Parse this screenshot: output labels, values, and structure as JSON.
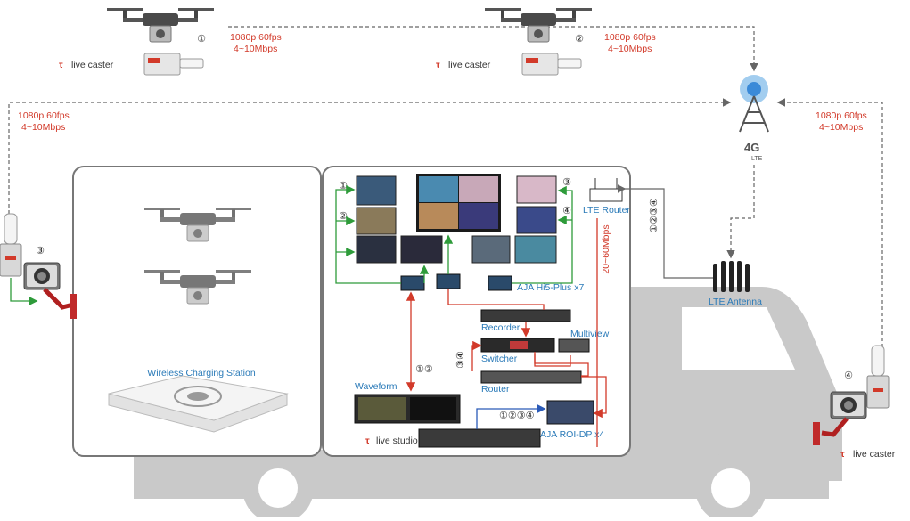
{
  "drone_labels": {
    "d1": "①",
    "d2": "②",
    "d3": "③",
    "d4": "④"
  },
  "streams": {
    "s1": {
      "fps": "1080p 60fps",
      "rate": "4~10Mbps"
    },
    "s2": {
      "fps": "1080p 60fps",
      "rate": "4~10Mbps"
    },
    "s3": {
      "fps": "1080p 60fps",
      "rate": "4~10Mbps"
    },
    "s4": {
      "fps": "1080p 60fps",
      "rate": "4~10Mbps"
    }
  },
  "brand": {
    "live_caster": "live caster",
    "live_studio": "live studio"
  },
  "lte": {
    "badge": "4G",
    "sub": "LTE",
    "antenna": "LTE Antenna",
    "router": "LTE Router",
    "router_inputs": "①②③④",
    "bandwidth": "20~60Mbps"
  },
  "station": {
    "title": "Wireless Charging Station"
  },
  "studio": {
    "monitor_labels": {
      "m1": "①",
      "m2": "②",
      "m3": "③",
      "m4": "④"
    },
    "hi5": "AJA Hi5-Plus x7",
    "recorder": "Recorder",
    "multiview": "Multiview",
    "switcher": "Switcher",
    "router": "Router",
    "waveform": "Waveform",
    "roi": "AJA ROI-DP x4",
    "router_ch_a": "①②",
    "router_ch_b": "③④",
    "roi_ch": "①②③④"
  },
  "colors": {
    "red": "#d23a2a",
    "blue": "#2a7ab8",
    "green": "#2e9b3a",
    "truck": "#c9c9c9"
  }
}
